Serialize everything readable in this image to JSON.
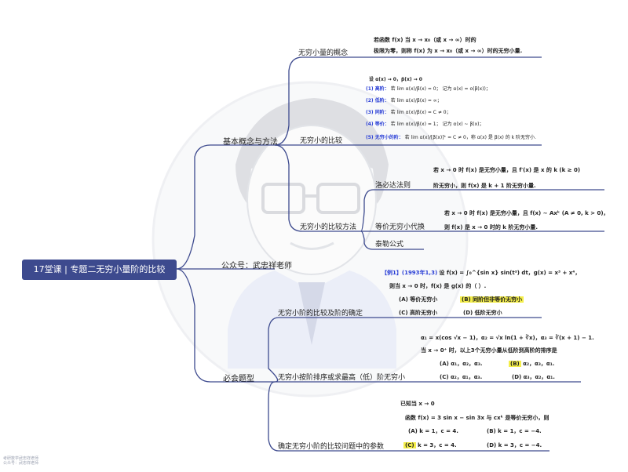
{
  "root": {
    "title": "17堂课 | 专题二无穷小量阶的比较"
  },
  "branches": {
    "basic": "基本概念与方法",
    "gzh": "公众号：武忠祥老师",
    "must": "必会题型"
  },
  "basic": {
    "concept": {
      "label": "无穷小量的概念",
      "line1": "若函数  f(x) 当  x → x₀（或  x → ∞）时的",
      "line2": "极限为零，则称  f(x) 为  x → x₀（或  x → ∞）时的无穷小量."
    },
    "compare": {
      "label": "无穷小的比较",
      "assume": "设  α(x) → 0，β(x) → 0",
      "items": [
        {
          "name": "(1) 高阶：",
          "text": "若  lim α(x)/β(x) = 0；  记为  α(x) = o(β(x))；"
        },
        {
          "name": "(2) 低阶：",
          "text": "若  lim α(x)/β(x) = ∞；"
        },
        {
          "name": "(3) 同阶：",
          "text": "若  lim α(x)/β(x) = C ≠ 0；"
        },
        {
          "name": "(4) 等价：",
          "text": "若  lim α(x)/β(x) = 1；  记为  α(x) ~ β(x)；"
        },
        {
          "name": "(5) 无穷小的阶：",
          "text": "若  lim α(x)/[β(x)]ᵏ = C ≠ 0，称  α(x) 是 β(x) 的  k 阶无穷小."
        }
      ]
    },
    "methods": {
      "label": "无穷小的比较方法",
      "lhospital": {
        "label": "洛必达法则",
        "line1": "若  x → 0  时  f(x) 是无穷小量，且  f′(x) 是  x 的  k (k ≥ 0)",
        "line2": "阶无穷小，则  f(x) 是  k + 1  阶无穷小量."
      },
      "equiv": {
        "label": "等价无穷小代换",
        "line1": "若  x → 0  时  f(x) 是无穷小量，且  f(x) ~ Axᵏ (A ≠ 0, k > 0)，",
        "line2": "则  f(x) 是  x → 0  时的  k 阶无穷小量."
      },
      "taylor": {
        "label": "泰勒公式"
      }
    }
  },
  "must": {
    "p1": {
      "label": "无穷小阶的比较及阶的确定",
      "tag": "【例1】(1993年1,3)",
      "stem1": "设  f(x) = ∫₀^{sin x} sin(t²) dt，g(x) = x³ + x⁴，",
      "stem2": "则当  x → 0  时，f(x) 是  g(x) 的（  ）.",
      "options": [
        {
          "key": "(A)",
          "text": "等价无穷小",
          "highlight": false
        },
        {
          "key": "(B)",
          "text": "同阶但非等价无穷小",
          "highlight": true
        },
        {
          "key": "(C)",
          "text": "高阶无穷小",
          "highlight": false
        },
        {
          "key": "(D)",
          "text": "低阶无穷小",
          "highlight": false
        }
      ]
    },
    "p2": {
      "label": "无穷小按阶排序或求最高（低）阶无穷小",
      "stem1": "α₁ = x(cos √x − 1)，α₂ = √x ln(1 + ∛x)，α₃ = ∛(x + 1) − 1.",
      "stem2": "当  x → 0⁺  时，以上3个无穷小量从低阶到高阶的排序是",
      "options": [
        {
          "key": "(A)",
          "text": "α₁，α₂，α₃.",
          "highlight": false
        },
        {
          "key": "(B)",
          "text": "α₂，α₃，α₁.",
          "highlight": true
        },
        {
          "key": "(C)",
          "text": "α₂，α₁，α₃.",
          "highlight": false
        },
        {
          "key": "(D)",
          "text": "α₃，α₂，α₁.",
          "highlight": false
        }
      ]
    },
    "p3": {
      "label": "确定无穷小阶的比较问题中的参数",
      "stem1": "已知当  x → 0",
      "stem2": "函数  f(x) = 3 sin x − sin 3x  与  cxᵏ  是等价无穷小，则",
      "options": [
        {
          "key": "(A)",
          "text": "k = 1，c = 4.",
          "highlight": false
        },
        {
          "key": "(B)",
          "text": "k = 1，c = −4.",
          "highlight": false
        },
        {
          "key": "(C)",
          "text": "k = 3，c = 4.",
          "highlight": true
        },
        {
          "key": "(D)",
          "text": "k = 3，c = −4.",
          "highlight": false
        }
      ]
    }
  },
  "watermark": {
    "line1": "考研数学武忠祥老师",
    "line2": "公众号：武忠祥老师"
  },
  "colors": {
    "root_bg": "#3d4a8e",
    "line": "#3d4a8e",
    "highlight": "#f4ee4a",
    "blue_text": "#2a3fd6"
  }
}
